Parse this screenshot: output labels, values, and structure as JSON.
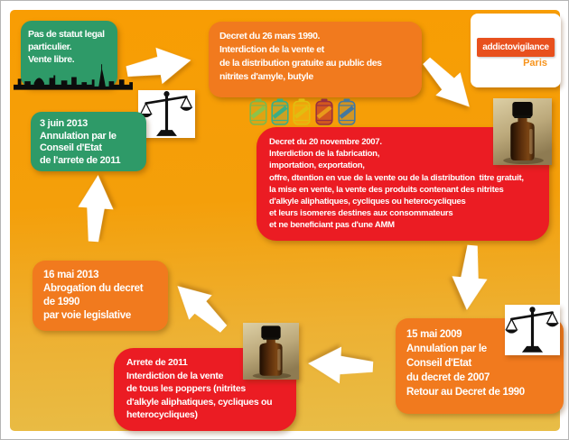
{
  "page": {
    "background_top": "#F89D03",
    "background_bottom": "#E8BD47",
    "frame_color": "#FFFFFF"
  },
  "logo": {
    "line1": "addictovigilance",
    "line2": "Paris",
    "banner_color": "#E8501D",
    "subtitle_color": "#F7941D"
  },
  "timeline": {
    "no_status": {
      "color": "#2E9A68",
      "text": "Pas de statut legal\nparticulier.\nVente libre."
    },
    "decret_1990": {
      "color": "#F17A1E",
      "text": "Decret du 26 mars 1990.\nInterdiction de la vente et\nde la distribution gratuite au public des\nnitrites d'amyle, butyle"
    },
    "decret_2007": {
      "color": "#EB1C23",
      "text": "Decret du 20 novembre 2007.\nInterdiction de la fabrication,\nimportation, exportation,\noffre, dtention en vue de la vente ou de la distribution  titre gratuit,\nla mise en vente, la vente des produits contenant des nitrites\nd'alkyle aliphatiques, cycliques ou heterocycliques\net leurs isomeres destines aux consommateurs\net ne beneficiant pas d'une AMM"
    },
    "mai_2009": {
      "color": "#F17A1E",
      "text": "15 mai 2009\nAnnulation par le\nConseil d'Etat\ndu decret de 2007\nRetour au Decret de 1990"
    },
    "arrete_2011": {
      "color": "#EB1C23",
      "text": "Arrete de 2011\nInterdiction de la vente\nde tous les poppers (nitrites\nd'alkyle aliphatiques, cycliques ou\nheterocycliques)"
    },
    "mai_2013": {
      "color": "#F17A1E",
      "text": "16 mai 2013\nAbrogation du decret\nde 1990\npar voie legislative"
    },
    "juin_2013": {
      "color": "#2E9A68",
      "text": "3 juin 2013\nAnnulation par le\nConseil d'Etat\nde l'arrete de 2011"
    }
  },
  "icons": {
    "skyline": "paris-skyline-silhouette",
    "scales": "scales-of-justice",
    "bottle_photo": "poppers-bottle-photo",
    "pop_art_cans": [
      "green",
      "teal",
      "yellow",
      "red-orange",
      "blue"
    ]
  },
  "arrows": [
    {
      "name": "arrow-no-status-to-1990",
      "direction": "right"
    },
    {
      "name": "arrow-1990-to-2007",
      "direction": "down-right"
    },
    {
      "name": "arrow-2007-to-2009",
      "direction": "down"
    },
    {
      "name": "arrow-2009-to-2011",
      "direction": "left"
    },
    {
      "name": "arrow-2011-to-2013",
      "direction": "up-left"
    },
    {
      "name": "arrow-2013-to-juin2013",
      "direction": "up"
    }
  ]
}
